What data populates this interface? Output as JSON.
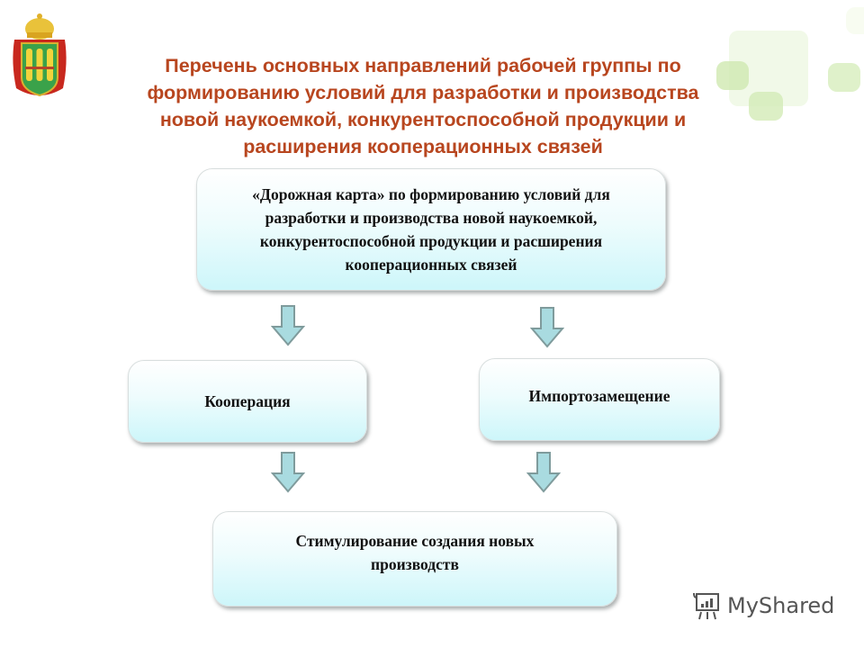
{
  "slide": {
    "title_lines": [
      "Перечень основных  направлений рабочей группы по",
      "формированию условий для  разработки и производства",
      "новой наукоемкой, конкурентоспособной продукции  и",
      "расширения кооперационных связей"
    ],
    "title_color": "#b8461f",
    "emblem": "coat-of-arms-penza-region"
  },
  "diagram": {
    "nodes": {
      "roadmap": {
        "lines": [
          "«Дорожная карта» по формированию условий для",
          "разработки и производства  новой наукоемкой,",
          "конкурентоспособной продукции и расширения",
          "кооперационных связей"
        ]
      },
      "cooperation": {
        "label": "Кооперация"
      },
      "import_substitution": {
        "label": "Импортозамещение"
      },
      "new_production": {
        "lines": [
          "Стимулирование создания новых",
          "производств"
        ]
      }
    },
    "edges": [
      {
        "from": "roadmap",
        "to": "cooperation"
      },
      {
        "from": "roadmap",
        "to": "import_substitution"
      },
      {
        "from": "cooperation",
        "to": "new_production"
      },
      {
        "from": "import_substitution",
        "to": "new_production"
      }
    ],
    "arrow_color": "#a9dbe0",
    "arrow_border": "#7f9b9c"
  },
  "watermark": {
    "text": "MyShared",
    "icon": "presentation-board-icon"
  }
}
